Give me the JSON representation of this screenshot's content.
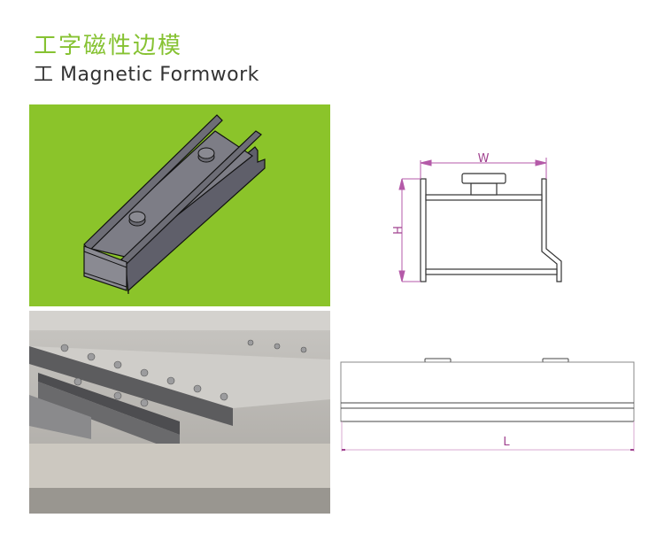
{
  "header": {
    "title_cn": "工字磁性边模",
    "title_en": "工 Magnetic Formwork"
  },
  "drawings": {
    "front_view": {
      "width_label": "W",
      "height_label": "H"
    },
    "side_view": {
      "length_label": "L"
    }
  },
  "colors": {
    "accent_green": "#86c232",
    "render_background": "#8bc42a",
    "dimension_color": "#a0428f",
    "text_dark": "#333333"
  }
}
